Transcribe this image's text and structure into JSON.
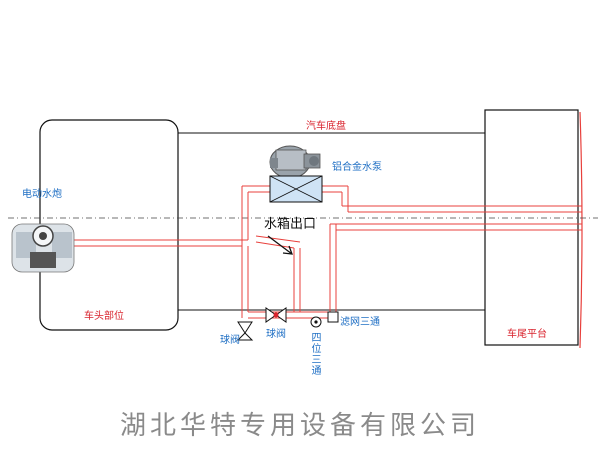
{
  "labels": {
    "chassis": "汽车底盘",
    "pump": "铝合金水泵",
    "cannon": "电动水炮",
    "tank_outlet": "水箱出口",
    "cab": "车头部位",
    "tail_platform": "车尾平台",
    "ball_valve_1": "球阀",
    "ball_valve_2": "球阀",
    "filter_tee": "滤网三通",
    "four_way": "四位三通"
  },
  "footer": {
    "company": "湖北华特专用设备有限公司"
  },
  "colors": {
    "pipe": "#e8403c",
    "label_red": "#d9232d",
    "label_blue": "#1f6fc4",
    "outline": "#111111",
    "watermark": "#8a8a8a"
  }
}
